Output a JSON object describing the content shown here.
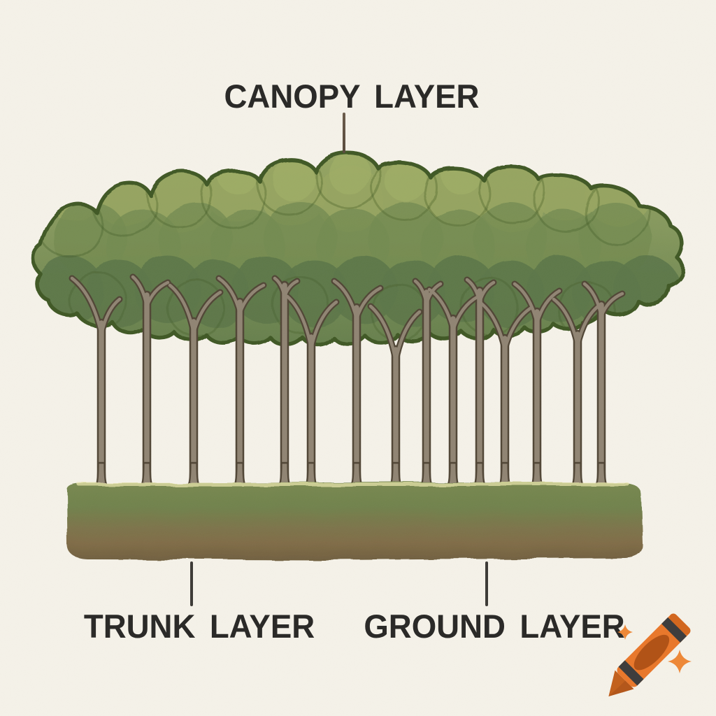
{
  "diagram": {
    "labels": {
      "canopy": "CANOPY LAYER",
      "trunk": "TRUNK LAYER",
      "ground": "GROUND LAYER"
    }
  },
  "colors": {
    "background": "#f6f3ea",
    "label_text": "#2b2a28",
    "pointer_dark": "#3e3c38",
    "pointer_brown": "#5a4c3e",
    "canopy_light": "#96a55e",
    "canopy_mid": "#72894f",
    "canopy_dark": "#5a7546",
    "canopy_outline": "#3d5621",
    "trunk_fill": "#8f8372",
    "trunk_outline": "#4e4333",
    "grass_green": "#6f814b",
    "soil_brown": "#7f6b45",
    "ground_highlight": "#e9e6ab",
    "crayon_orange": "#e8782c",
    "crayon_dark_orange": "#b15317",
    "crayon_stripe": "#3e3d3d",
    "crayon_tip": "#c2611e",
    "sparkle_orange": "#ed8838"
  },
  "watermark": {
    "icon": "crayon-icon"
  }
}
